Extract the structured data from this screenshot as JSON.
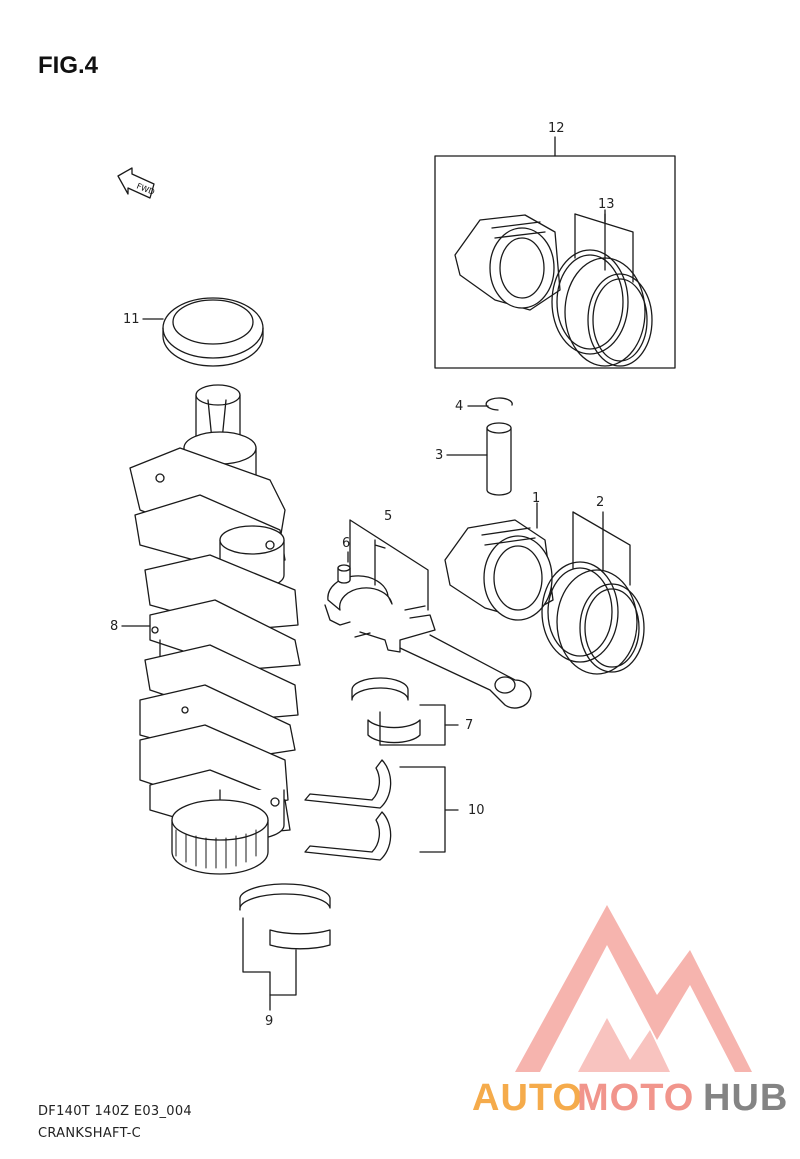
{
  "figure": {
    "title": "FIG.4",
    "code": "DF140T 140Z E03_004",
    "name": "CRANKSHAFT-C",
    "fwd_label": "FWD"
  },
  "callouts": [
    "12",
    "13",
    "11",
    "4",
    "3",
    "1",
    "2",
    "5",
    "6",
    "8",
    "7",
    "10",
    "9"
  ],
  "watermark": {
    "part1": "AUTO",
    "part2": "MOTO",
    "part3": "HUB",
    "color_orange": "#f4a338",
    "color_salmon": "#f08a80",
    "color_gray": "#777777",
    "color_triangle": "#f29088"
  }
}
